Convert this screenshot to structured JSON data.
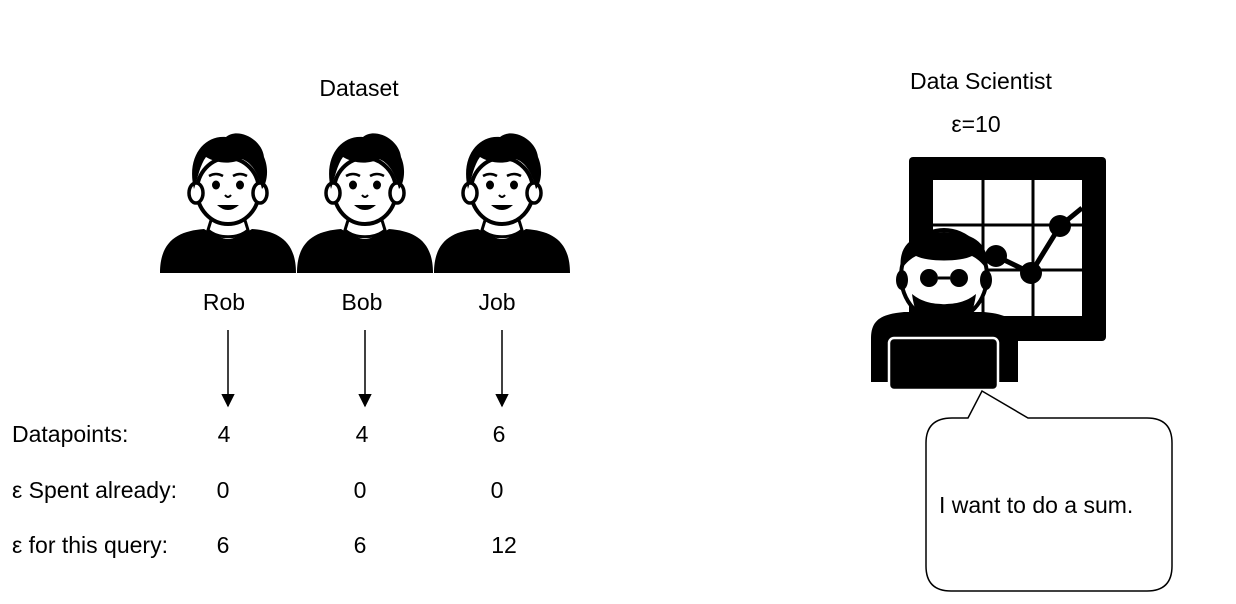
{
  "dataset": {
    "title": "Dataset",
    "people": [
      {
        "name": "Rob",
        "datapoints": "4",
        "spent": "0",
        "query_cost": "6"
      },
      {
        "name": "Bob",
        "datapoints": "4",
        "spent": "0",
        "query_cost": "6"
      },
      {
        "name": "Job",
        "datapoints": "6",
        "spent": "0",
        "query_cost": "12"
      }
    ]
  },
  "row_labels": {
    "datapoints": "Datapoints:",
    "spent": "ε Spent already:",
    "query_cost": "ε for this query:"
  },
  "scientist": {
    "title": "Data Scientist",
    "budget": "ε=10",
    "speech": "I want to do a sum."
  },
  "icons": [
    "person-icon",
    "person-icon",
    "person-icon",
    "data-scientist-icon",
    "chart-board-icon",
    "laptop-icon"
  ],
  "colors": {
    "ink": "#000000",
    "paper": "#ffffff"
  }
}
